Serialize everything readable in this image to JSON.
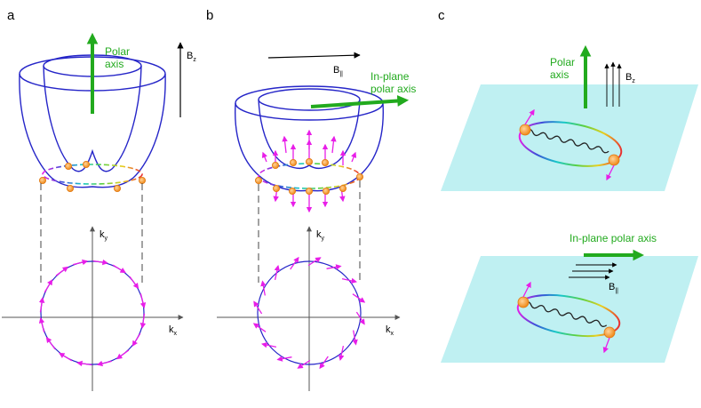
{
  "panels": {
    "a": {
      "label": "a",
      "polar_text": [
        "Polar",
        "axis"
      ],
      "field_label": "B",
      "field_sub": "z",
      "kx_label": "k",
      "kx_sub": "x",
      "ky_label": "k",
      "ky_sub": "y"
    },
    "b": {
      "label": "b",
      "polar_text": [
        "In-plane",
        "polar axis"
      ],
      "field_label": "B",
      "field_sub": "||",
      "kx_label": "k",
      "kx_sub": "x",
      "ky_label": "k",
      "ky_sub": "y"
    },
    "c": {
      "label": "c",
      "top_polar_text": [
        "Polar",
        "axis"
      ],
      "top_field_label": "B",
      "top_field_sub": "z",
      "bottom_polar_text": "In-plane polar axis",
      "bottom_field_label": "B",
      "bottom_field_sub": "||"
    }
  },
  "colors": {
    "band": "#2525c8",
    "spin_arrow": "#e81ee8",
    "polar_arrow": "#22aa1e",
    "electron": "#f59a28",
    "plane": "#bff0f2",
    "axis": "#555555"
  }
}
